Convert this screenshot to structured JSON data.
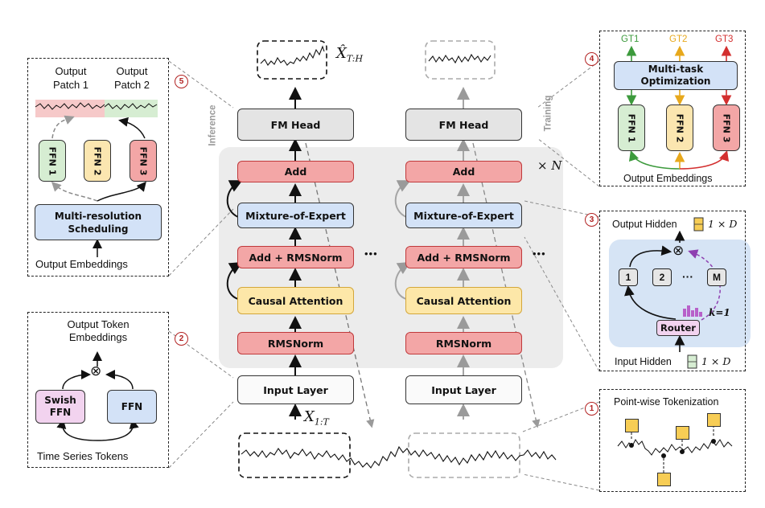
{
  "stack_inference": {
    "head": "FM Head",
    "add": "Add",
    "moe": "Mixture-of-Expert",
    "add_norm": "Add + RMSNorm",
    "attention": "Causal Attention",
    "norm": "RMSNorm",
    "input": "Input Layer"
  },
  "stack_training": {
    "head": "FM Head",
    "add": "Add",
    "moe": "Mixture-of-Expert",
    "add_norm": "Add + RMSNorm",
    "attention": "Causal Attention",
    "norm": "RMSNorm",
    "input": "Input Layer"
  },
  "labels": {
    "inference": "Inference",
    "training": "Training",
    "times_n": "× N",
    "ellipsis": "•••",
    "x_input": "X",
    "x_input_sub": "1:T",
    "x_output": "X̂",
    "x_output_sub": "T:H"
  },
  "panel5": {
    "badge": "5",
    "patch1": "Output\nPatch 1",
    "patch2": "Output\nPatch 2",
    "ffn1": "FFN 1",
    "ffn2": "FFN 2",
    "ffn3": "FFN 3",
    "scheduler": "Multi-resolution\nScheduling",
    "caption": "Output Embeddings"
  },
  "panel2": {
    "badge": "2",
    "title": "Output Token\nEmbeddings",
    "swish": "Swish\nFFN",
    "ffn": "FFN",
    "caption": "Time Series Tokens",
    "otimes": "⊗"
  },
  "panel4": {
    "badge": "4",
    "gt1": "GT1",
    "gt2": "GT2",
    "gt3": "GT3",
    "optim": "Multi-task\nOptimization",
    "ffn1": "FFN 1",
    "ffn2": "FFN 2",
    "ffn3": "FFN 3",
    "caption": "Output Embeddings"
  },
  "panel3": {
    "badge": "3",
    "out_hidden": "Output Hidden",
    "out_dim": "1 × D",
    "expert1": "1",
    "expert2": "2",
    "expert_dots": "···",
    "expertM": "M",
    "k": "k=1",
    "router": "Router",
    "in_hidden": "Input Hidden",
    "in_dim": "1 × D",
    "otimes": "⊗"
  },
  "panel1": {
    "badge": "1",
    "title": "Point-wise Tokenization"
  },
  "colors": {
    "red_block": "#f3a6a6",
    "yellow_block": "#fde7a8",
    "blue_block": "#d3e2f7",
    "gray_block": "#e4e4e4",
    "gt1": "#3c9a3c",
    "gt2": "#e7a81c",
    "gt3": "#d32f2f",
    "token": "#f7cd55"
  }
}
